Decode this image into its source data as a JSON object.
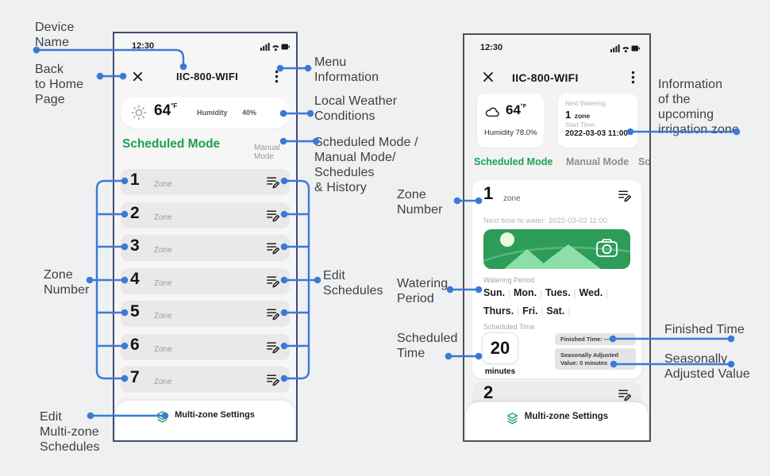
{
  "colors": {
    "leader_blue": "#3b79d8",
    "accent_green": "#1aa14f",
    "phone_left_border": "#3d4e6e",
    "phone_right_border": "#4c5056",
    "image_green": "#2e9c59"
  },
  "annotations": {
    "device_name": "Device\nName",
    "back_home": "Back\nto Home\nPage",
    "menu": "Menu\nInformation",
    "local_weather": "Local Weather\nConditions",
    "modes": "Scheduled Mode /\nManual Mode/\nSchedules\n& History",
    "zone_number_left": "Zone\nNumber",
    "edit_schedules": "Edit\nSchedules",
    "edit_multizone": "Edit\nMulti-zone\nSchedules",
    "info_upcoming": "Information\nof the\nupcoming\nirrigation zone",
    "zone_number_right": "Zone\nNumber",
    "watering_period": "Watering\nPeriod",
    "scheduled_time": "Scheduled\nTime",
    "finished_time": "Finished Time",
    "seasonal": "Seasonally\nAdjusted Value"
  },
  "left_phone": {
    "status_time": "12:30",
    "title": "IIC-800-WIFI",
    "weather": {
      "temp": "64",
      "unit": "°F",
      "humidity_label": "Humidity",
      "humidity_value": "40%"
    },
    "tabs": {
      "scheduled": "Scheduled Mode",
      "manual": "Manual Mode"
    },
    "zones": [
      {
        "number": "1",
        "label": "Zone"
      },
      {
        "number": "2",
        "label": "Zone"
      },
      {
        "number": "3",
        "label": "Zone"
      },
      {
        "number": "4",
        "label": "Zone"
      },
      {
        "number": "5",
        "label": "Zone"
      },
      {
        "number": "6",
        "label": "Zone"
      },
      {
        "number": "7",
        "label": "Zone"
      }
    ],
    "footer": "Multi-zone Settings"
  },
  "right_phone": {
    "status_time": "12:30",
    "title": "IIC-800-WIFI",
    "weather": {
      "temp": "64",
      "unit": "°F",
      "humidity_label": "Humidity",
      "humidity_value": "78.0%"
    },
    "next_watering": {
      "label": "Next Watering:",
      "zone_number": "1",
      "zone_unit": "zone",
      "start_label": "Start Time:",
      "start_value": "2022-03-03 11:00"
    },
    "tabs": {
      "scheduled": "Scheduled Mode",
      "manual": "Manual Mode",
      "cut": "Sch"
    },
    "zone_card": {
      "number": "1",
      "unit": "zone",
      "next_time": "Next time to water: 2022-03-03 11:00",
      "watering_period_label": "Watering Period",
      "days": [
        "Sun.",
        "Mon.",
        "Tues.",
        "Wed.",
        "Thurs.",
        "Fri.",
        "Sat."
      ],
      "day_sep": "|",
      "scheduled_time_label": "Scheduled Time",
      "duration": "20",
      "duration_unit": "minutes",
      "finished_time": "Finished Time: ——",
      "seasonal_value": "Seasonally Adjusted\nValue: 0 minutes"
    },
    "zone2_number": "2",
    "footer": "Multi-zone Settings"
  }
}
